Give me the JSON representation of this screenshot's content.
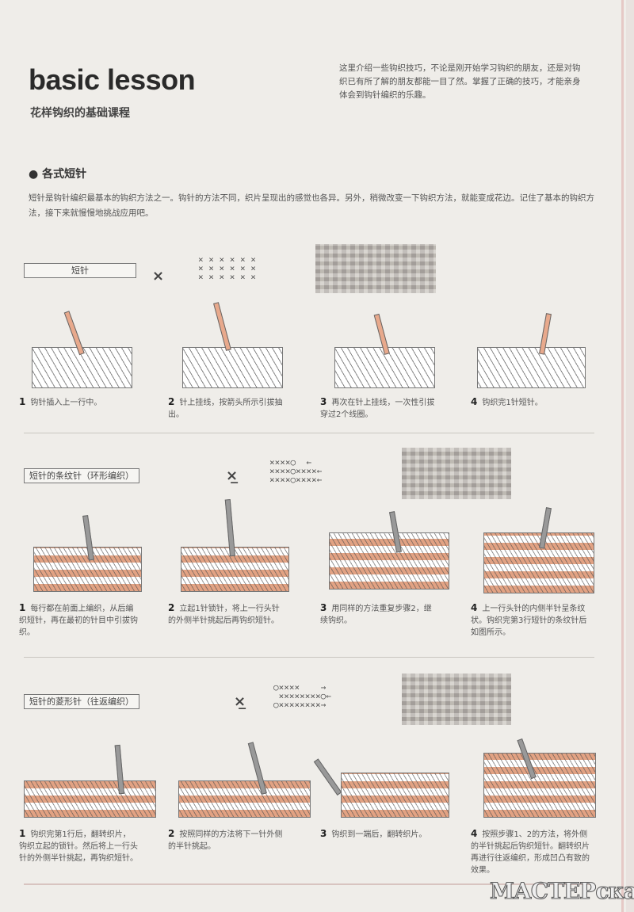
{
  "header": {
    "title": "basic lesson",
    "subtitle": "花样钩织的基础课程",
    "intro": "这里介绍一些钩织技巧，不论是刚开始学习钩织的朋友，还是对钩织已有所了解的朋友都能一目了然。掌握了正确的技巧，才能亲身体会到钩针编织的乐趣。"
  },
  "section": {
    "heading": "● 各式短针",
    "paragraph": "短针是钩针编织最基本的钩织方法之一。钩针的方法不同，织片呈现出的感觉也各异。另外，稍微改变一下钩织方法，就能变成花边。记住了基本的钩织方法，接下来就慢慢地挑战应用吧。"
  },
  "rows": [
    {
      "label": "短针",
      "symbol": "×",
      "chart": "× × × × × ×\n× × × × × ×\n× × × × × ×",
      "steps": [
        {
          "n": "1",
          "text": "钩针插入上一行中。"
        },
        {
          "n": "2",
          "text": "针上挂线，按箭头所示引拔抽出。"
        },
        {
          "n": "3",
          "text": "再次在针上挂线，一次性引拔穿过2个线圈。"
        },
        {
          "n": "4",
          "text": "钩织完1针短针。"
        }
      ]
    },
    {
      "label": "短针的条纹针（环形编织）",
      "symbol": "×̲",
      "chart": "××××○  ←\n××××○××××←\n××××○××××←",
      "steps": [
        {
          "n": "1",
          "text": "每行都在前面上编织，从后编织短针，再在最初的针目中引拔钩织。"
        },
        {
          "n": "2",
          "text": "立起1针锁针，将上一行头针的外侧半针挑起后再钩织短针。"
        },
        {
          "n": "3",
          "text": "用同样的方法重复步骤2，继续钩织。"
        },
        {
          "n": "4",
          "text": "上一行头针的内侧半针呈条纹状。钩织完第3行短针的条纹针后如图所示。"
        }
      ]
    },
    {
      "label": "短针的菱形针（往返编织）",
      "symbol": "×̲",
      "chart": "○××××    →\n ××××××××○←\n○××××××××→",
      "steps": [
        {
          "n": "1",
          "text": "钩织完第1行后，翻转织片，钩织立起的锁针。然后将上一行头针的外侧半针挑起，再钩织短针。"
        },
        {
          "n": "2",
          "text": "按照同样的方法将下一针外侧的半针挑起。"
        },
        {
          "n": "3",
          "text": "钩织到一端后，翻转织片。"
        },
        {
          "n": "4",
          "text": "按照步骤1、2的方法，将外侧的半针挑起后钩织短针。翻转织片再进行往返编织，形成凹凸有致的效果。"
        }
      ]
    }
  ],
  "watermark": "МАСТЕРская",
  "colors": {
    "accent": "#e2a283",
    "paper": "#efede9"
  }
}
